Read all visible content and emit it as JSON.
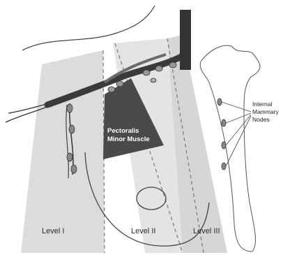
{
  "title": "",
  "labels": {
    "pectoralis_line1": "Pectoralis",
    "pectoralis_line2": "Minor Muscle",
    "internal_mammary_line1": "Internal",
    "internal_mammary_line2": "Mammary",
    "internal_mammary_line3": "Nodes",
    "level_1": "Level I",
    "level_2": "Level II",
    "level_3": "Level III"
  },
  "colors": {
    "level_band": "#dcdcdc",
    "muscle": "#4a4a4a",
    "vessel": "#3a3a3a",
    "line": "#555555"
  }
}
